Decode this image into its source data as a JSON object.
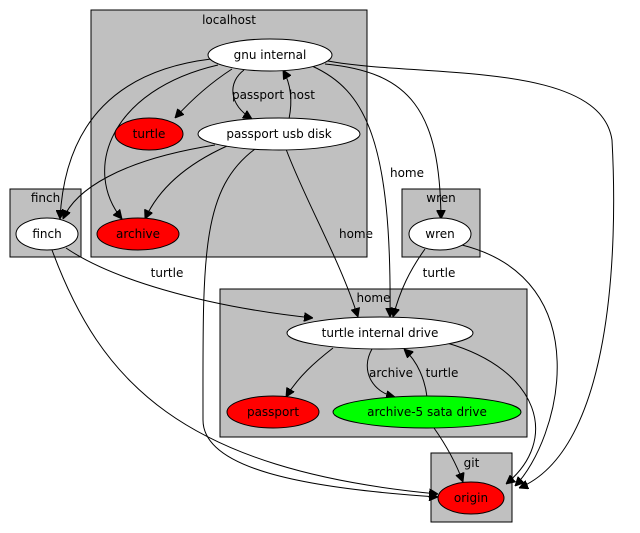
{
  "colors": {
    "cluster_fill": "#c0c0c0",
    "node_default": "#ffffff",
    "node_red": "#ff0000",
    "node_green": "#00ff00"
  },
  "clusters": {
    "localhost": "localhost",
    "finch": "finch",
    "wren": "wren",
    "home": "home",
    "git": "git"
  },
  "nodes": {
    "gnu_internal": "gnu internal",
    "turtle": "turtle",
    "passport_usb_disk": "passport usb disk",
    "archive": "archive",
    "finch": "finch",
    "wren": "wren",
    "turtle_internal_drive": "turtle internal drive",
    "passport": "passport",
    "archive5_sata_drive": "archive-5 sata drive",
    "origin": "origin"
  },
  "edge_labels": {
    "passport": "passport",
    "host": "host",
    "home_gnu": "home",
    "home_passport": "home",
    "turtle_finch": "turtle",
    "turtle_wren": "turtle",
    "archive": "archive",
    "turtle_archive5": "turtle"
  }
}
